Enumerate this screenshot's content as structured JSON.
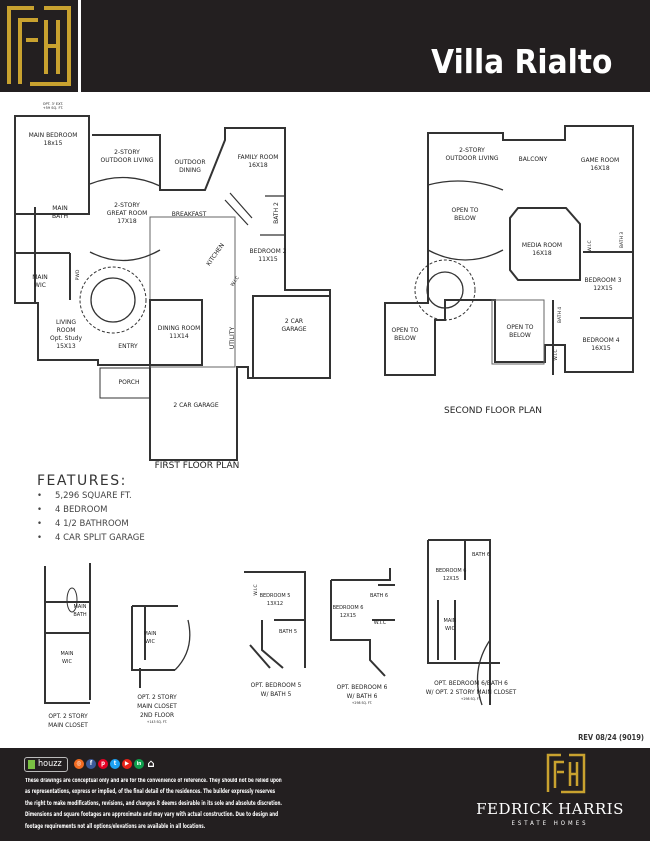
{
  "header": {
    "title": "Villa Rialto",
    "logo_text": "FH",
    "accent": "#c9a22f",
    "background": "#231f20"
  },
  "first_floor": {
    "caption": "FIRST FLOOR PLAN",
    "rooms": [
      "OPT. 3' EXT.\n+59 SQ. FT.",
      "MAIN BEDROOM\n18x15",
      "2-STORY\nOUTDOOR LIVING",
      "OUTDOOR\nDINING",
      "FAMILY ROOM\n16X18",
      "2-STORY\nGREAT ROOM\n17X18",
      "BREAKFAST",
      "MAIN\nBATH",
      "BATH 2",
      "BEDROOM 2\n11X15",
      "KITCHEN",
      "MAIN\nWIC",
      "PWD",
      "W.I.C",
      "LIVING\nROOM\nOpt. Study\n15X13",
      "DINING ROOM\n11X14",
      "ENTRY",
      "UTILITY",
      "2 CAR\nGARAGE",
      "PORCH",
      "2 CAR GARAGE"
    ]
  },
  "second_floor": {
    "caption": "SECOND FLOOR PLAN",
    "rooms": [
      "2-STORY\nOUTDOOR LIVING",
      "BALCONY",
      "GAME ROOM\n16X18",
      "OPEN TO\nBELOW",
      "MEDIA ROOM\n16X18",
      "BEDROOM 3\n12X15",
      "OPEN TO\nBELOW",
      "OPEN TO\nBELOW",
      "BEDROOM 4\n16X15",
      "W.I.C",
      "BATH 3",
      "BATH 4",
      "W.I.C"
    ]
  },
  "features": {
    "heading": "FEATURES:",
    "items": [
      "5,296 SQUARE FT.",
      "4 BEDROOM",
      "4 1/2 BATHROOM",
      "4 CAR SPLIT GARAGE"
    ]
  },
  "options": [
    {
      "caption": "OPT. 2 STORY\nMAIN CLOSET",
      "rooms": [
        "MAIN\nBATH",
        "MAIN\nWIC"
      ]
    },
    {
      "caption": "OPT. 2 STORY\nMAIN CLOSET\n2ND FLOOR",
      "sqft": "+143 SQ. FT.",
      "rooms": [
        "MAIN\nWIC"
      ]
    },
    {
      "caption": "OPT. BEDROOM 5\nW/ BATH 5",
      "rooms": [
        "BEDROOM 5\n13X12",
        "BATH 5",
        "W.I.C"
      ]
    },
    {
      "caption": "OPT. BEDROOM 6\nW/ BATH 6",
      "sqft": "+298 SQ. FT.",
      "rooms": [
        "BEDROOM 6\n12X15",
        "BATH 6",
        "W.I.C"
      ]
    },
    {
      "caption": "OPT. BEDROOM 6/BATH 6\nW/ OPT. 2 STORY MAIN CLOSET",
      "sqft": "+298 SQ. FT.",
      "rooms": [
        "BEDROOM 6\n12X15",
        "BATH 6",
        "MAIN\nWIC"
      ]
    }
  ],
  "revision": "REV 08/24 (9019)",
  "footer": {
    "houzz": "houzz",
    "social_icons": [
      "instagram-icon",
      "facebook-icon",
      "pinterest-icon",
      "twitter-icon",
      "youtube-icon",
      "linkedin-icon",
      "equal-housing-icon"
    ],
    "social_glyphs": [
      "◎",
      "f",
      "p",
      "t",
      "▶",
      "in",
      "⌂"
    ],
    "social_colors": [
      "#f26b21",
      "#3b5998",
      "#e60023",
      "#1da1f2",
      "#e62117",
      "#0e9e4c",
      "#ffffff"
    ],
    "disclaimer": "These drawings are conceptual only and are for the convenience of reference. They should not be relied upon as representations, express or implied, of the final detail of the residences. The builder expressly reserves the right to make modifications, revisions, and changes it deems desirable in its sole and absolute discretion. Dimensions and square footages are approximate and may vary with actual construction. Due to design and footage requirements not all options/elevations are available in all locations.",
    "brand": "FEDRICK HARRIS",
    "brand_sub": "ESTATE HOMES"
  }
}
